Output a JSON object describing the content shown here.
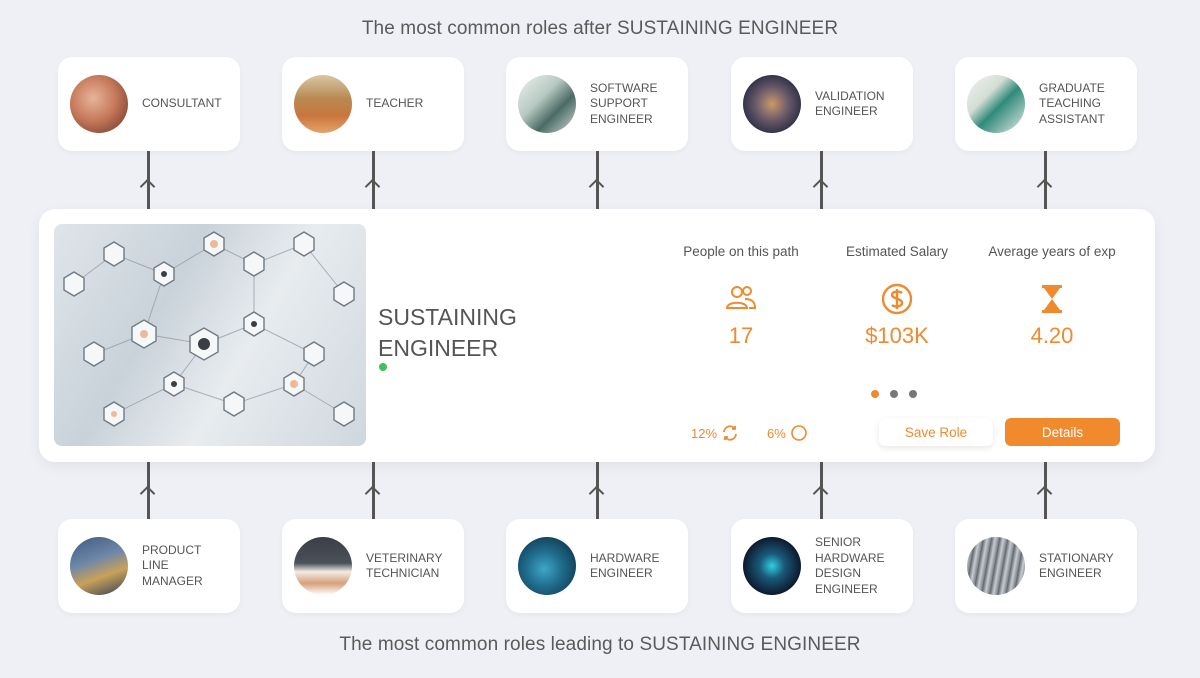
{
  "titles": {
    "top": "The most common roles after SUSTAINING ENGINEER",
    "bottom": "The most common roles leading to SUSTAINING ENGINEER"
  },
  "next_roles": [
    {
      "label": "CONSULTANT",
      "icon": "consultant-photo"
    },
    {
      "label": "TEACHER",
      "icon": "classroom-photo"
    },
    {
      "label": "SOFTWARE SUPPORT ENGINEER",
      "icon": "office-desk-photo"
    },
    {
      "label": "VALIDATION ENGINEER",
      "icon": "electronics-lab-photo"
    },
    {
      "label": "GRADUATE TEACHING ASSISTANT",
      "icon": "student-desk-photo"
    }
  ],
  "previous_roles": [
    {
      "label": "PRODUCT LINE MANAGER",
      "icon": "factory-photo"
    },
    {
      "label": "VETERINARY TECHNICIAN",
      "icon": "veterinary-photo"
    },
    {
      "label": "HARDWARE ENGINEER",
      "icon": "circuit-board-photo"
    },
    {
      "label": "SENIOR HARDWARE DESIGN ENGINEER",
      "icon": "chip-photo"
    },
    {
      "label": "STATIONARY ENGINEER",
      "icon": "turbine-photo"
    }
  ],
  "main": {
    "role_name": "SUSTAINING ENGINEER",
    "stats": [
      {
        "label": "People on this path",
        "value": "17",
        "icon": "people-icon"
      },
      {
        "label": "Estimated Salary",
        "value": "$103K",
        "icon": "dollar-icon"
      },
      {
        "label": "Average years of exp",
        "value": "4.20",
        "icon": "hourglass-icon"
      }
    ],
    "pct1": "12%",
    "pct2": "6%",
    "save_label": "Save Role",
    "details_label": "Details"
  },
  "colors": {
    "accent": "#ef8a2f",
    "status": "#3cc35a",
    "background": "#eef0f6"
  }
}
